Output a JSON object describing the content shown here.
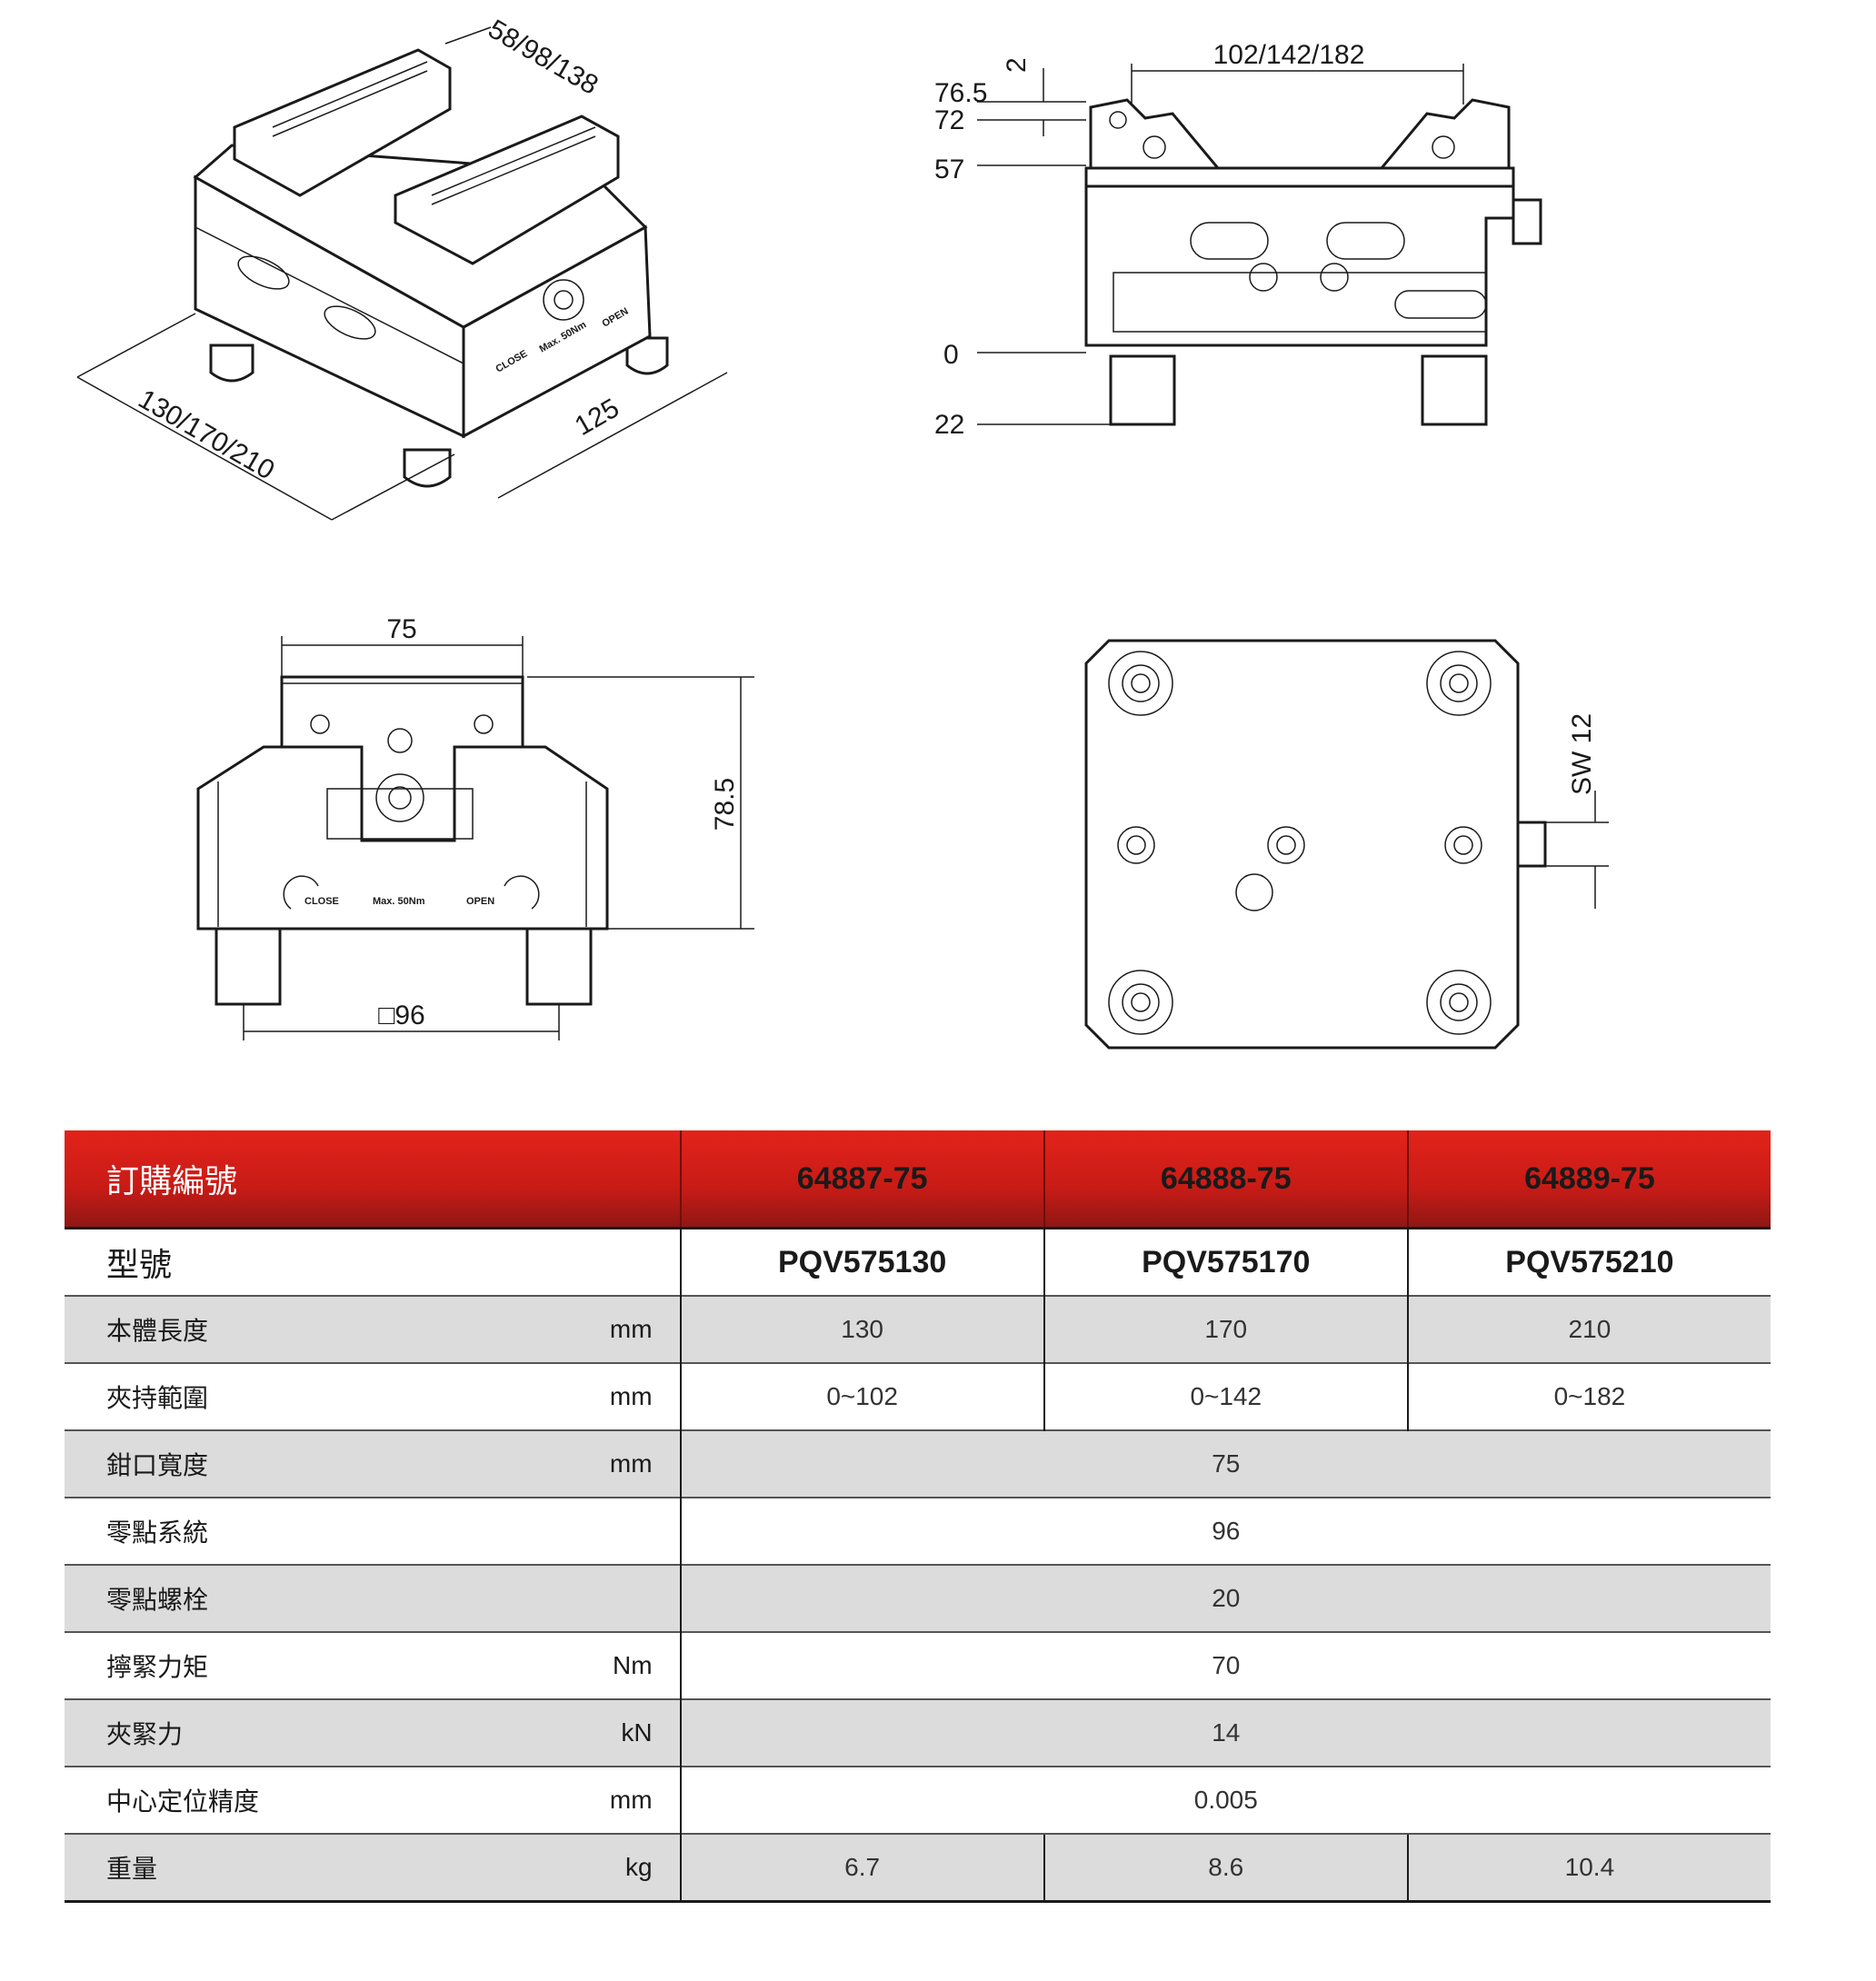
{
  "drawings": {
    "iso_view": {
      "dim_jaw": "58/98/138",
      "dim_length": "130/170/210",
      "dim_width": "125",
      "label_close": "CLOSE",
      "label_open": "OPEN",
      "label_torque": "Max. 50Nm"
    },
    "front_view": {
      "dim_range": "102/142/182",
      "dim_2": "2",
      "level_76_5": "76.5",
      "level_72": "72",
      "level_57": "57",
      "level_0": "0",
      "level_22": "22"
    },
    "side_view": {
      "dim_jaw_width": "75",
      "dim_height": "78.5",
      "dim_zero_point": "□96",
      "label_close": "CLOSE",
      "label_open": "OPEN",
      "label_torque": "Max. 50Nm"
    },
    "bottom_view": {
      "dim_sw": "SW 12"
    }
  },
  "table": {
    "header": {
      "label": "訂購編號",
      "cols": [
        "64887-75",
        "64888-75",
        "64889-75"
      ]
    },
    "model": {
      "label": "型號",
      "cols": [
        "PQV575130",
        "PQV575170",
        "PQV575210"
      ]
    },
    "rows": {
      "body_length": {
        "label": "本體長度",
        "unit": "mm",
        "values": [
          "130",
          "170",
          "210"
        ]
      },
      "clamp_range": {
        "label": "夾持範圍",
        "unit": "mm",
        "values": [
          "0~102",
          "0~142",
          "0~182"
        ]
      },
      "jaw_width": {
        "label": "鉗口寬度",
        "unit": "mm",
        "value": "75"
      },
      "zero_point": {
        "label": "零點系統",
        "unit": "",
        "value": "96"
      },
      "zero_bolt": {
        "label": "零點螺栓",
        "unit": "",
        "value": "20"
      },
      "torque": {
        "label": "擰緊力矩",
        "unit": "Nm",
        "value": "70"
      },
      "clamp_force": {
        "label": "夾緊力",
        "unit": "kN",
        "value": "14"
      },
      "accuracy": {
        "label": "中心定位精度",
        "unit": "mm",
        "value": "0.005"
      },
      "weight": {
        "label": "重量",
        "unit": "kg",
        "values": [
          "6.7",
          "8.6",
          "10.4"
        ]
      }
    }
  }
}
